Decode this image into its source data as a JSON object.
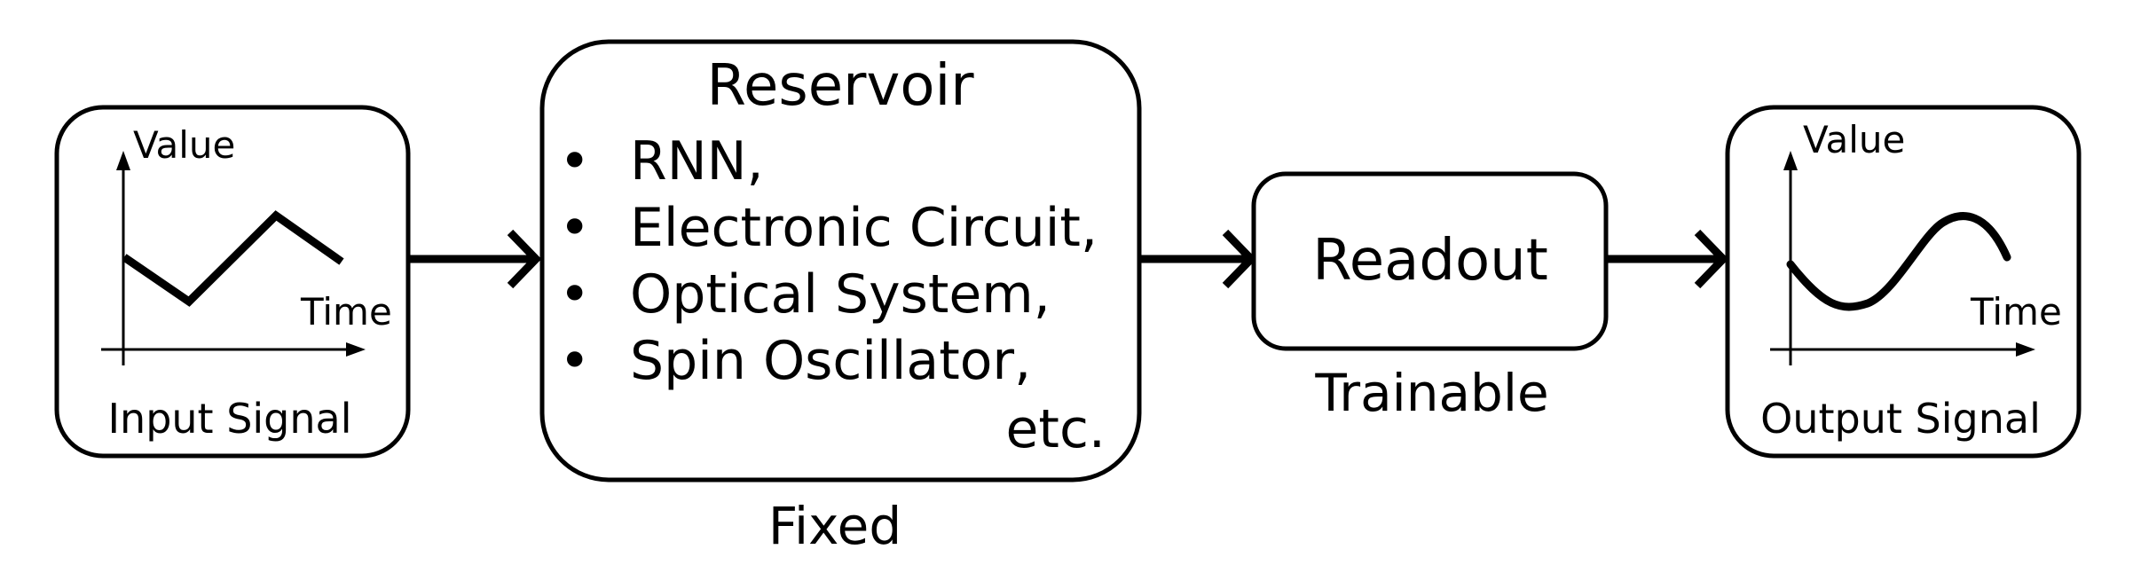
{
  "input": {
    "value_label": "Value",
    "time_label": "Time",
    "caption": "Input Signal"
  },
  "reservoir": {
    "title": "Reservoir",
    "bullet": "•",
    "items": [
      "RNN,",
      "Electronic Circuit,",
      "Optical System,",
      "Spin Oscillator,"
    ],
    "etc": "etc.",
    "state": "Fixed"
  },
  "readout": {
    "title": "Readout",
    "state": "Trainable"
  },
  "output": {
    "value_label": "Value",
    "time_label": "Time",
    "caption": "Output Signal"
  }
}
